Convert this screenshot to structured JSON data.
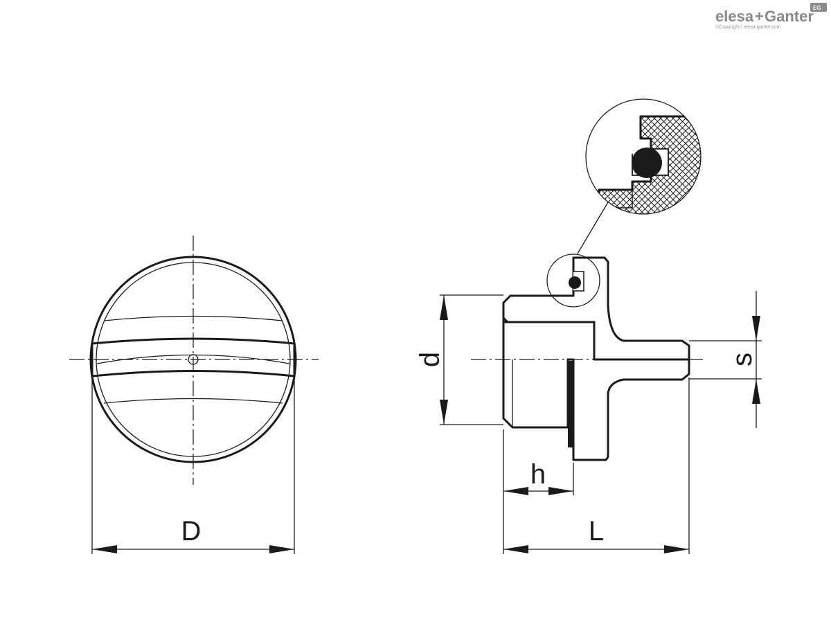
{
  "logo": {
    "brand_left": "elesa",
    "plus": "+",
    "brand_right": "Ganter",
    "copyright": "©Copyright | elesa-ganter.com",
    "badge": "EG"
  },
  "dimensions": {
    "D": "D",
    "L": "L",
    "d": "d",
    "h": "h",
    "s": "s"
  },
  "colors": {
    "line": "#1a1a1a",
    "logo_grey": "#8a8a8a",
    "background": "#ffffff"
  }
}
